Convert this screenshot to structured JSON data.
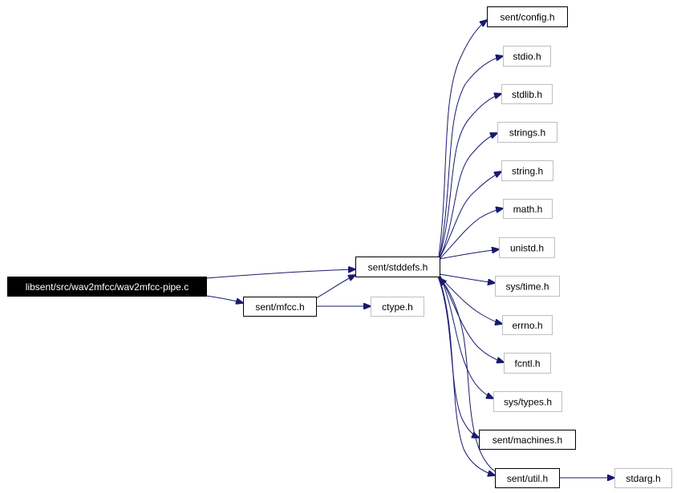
{
  "diagram": {
    "type": "include-dependency-graph",
    "colors": {
      "edge": "#191970",
      "documented_border": "#000000",
      "undocumented_border": "#bfbfbf",
      "root_fill": "#000000",
      "root_text": "#ffffff"
    },
    "nodes": [
      {
        "id": "root",
        "label": "libsent/src/wav2mfcc/wav2mfcc-pipe.c",
        "style": "root"
      },
      {
        "id": "stddefs",
        "label": "sent/stddefs.h",
        "style": "documented"
      },
      {
        "id": "mfcc",
        "label": "sent/mfcc.h",
        "style": "documented"
      },
      {
        "id": "ctype",
        "label": "ctype.h",
        "style": "undocumented"
      },
      {
        "id": "config",
        "label": "sent/config.h",
        "style": "documented"
      },
      {
        "id": "stdio",
        "label": "stdio.h",
        "style": "undocumented"
      },
      {
        "id": "stdlib",
        "label": "stdlib.h",
        "style": "undocumented"
      },
      {
        "id": "strings",
        "label": "strings.h",
        "style": "undocumented"
      },
      {
        "id": "string",
        "label": "string.h",
        "style": "undocumented"
      },
      {
        "id": "math",
        "label": "math.h",
        "style": "undocumented"
      },
      {
        "id": "unistd",
        "label": "unistd.h",
        "style": "undocumented"
      },
      {
        "id": "systime",
        "label": "sys/time.h",
        "style": "undocumented"
      },
      {
        "id": "errno",
        "label": "errno.h",
        "style": "undocumented"
      },
      {
        "id": "fcntl",
        "label": "fcntl.h",
        "style": "undocumented"
      },
      {
        "id": "systypes",
        "label": "sys/types.h",
        "style": "undocumented"
      },
      {
        "id": "machines",
        "label": "sent/machines.h",
        "style": "documented"
      },
      {
        "id": "util",
        "label": "sent/util.h",
        "style": "documented"
      },
      {
        "id": "stdarg",
        "label": "stdarg.h",
        "style": "undocumented"
      }
    ],
    "edges": [
      {
        "from": "root",
        "to": "stddefs"
      },
      {
        "from": "root",
        "to": "mfcc"
      },
      {
        "from": "mfcc",
        "to": "stddefs"
      },
      {
        "from": "mfcc",
        "to": "ctype"
      },
      {
        "from": "stddefs",
        "to": "config"
      },
      {
        "from": "stddefs",
        "to": "stdio"
      },
      {
        "from": "stddefs",
        "to": "stdlib"
      },
      {
        "from": "stddefs",
        "to": "strings"
      },
      {
        "from": "stddefs",
        "to": "string"
      },
      {
        "from": "stddefs",
        "to": "math"
      },
      {
        "from": "stddefs",
        "to": "unistd"
      },
      {
        "from": "stddefs",
        "to": "systime"
      },
      {
        "from": "stddefs",
        "to": "errno"
      },
      {
        "from": "stddefs",
        "to": "fcntl"
      },
      {
        "from": "stddefs",
        "to": "systypes"
      },
      {
        "from": "stddefs",
        "to": "machines"
      },
      {
        "from": "stddefs",
        "to": "util"
      },
      {
        "from": "util",
        "to": "stddefs"
      },
      {
        "from": "util",
        "to": "stdarg"
      }
    ]
  }
}
